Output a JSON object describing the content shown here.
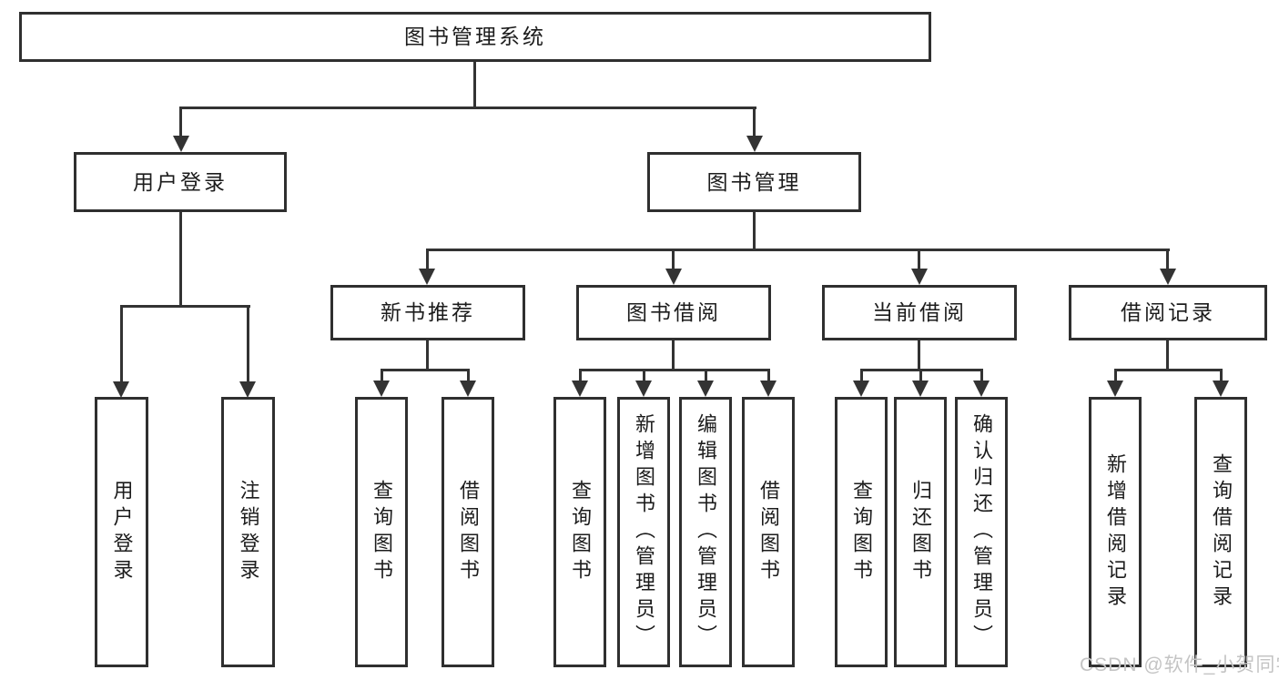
{
  "diagram": {
    "type": "hierarchy-tree",
    "colors": {
      "line": "#333333",
      "border": "#2f2f2f",
      "text": "#1c1c1c",
      "background": "#ffffff",
      "watermark": "#c4c4c4"
    },
    "watermark": "CSDN @软件_小贺同学",
    "nodes": {
      "root": "图书管理系统",
      "user_login": "用户登录",
      "book_mgmt": "图书管理",
      "new_book_rec": "新书推荐",
      "book_borrow": "图书借阅",
      "current_borrow": "当前借阅",
      "borrow_record": "借阅记录",
      "leaf_user_login": "用户登录",
      "leaf_logout": "注销登录",
      "rec_query": "查询图书",
      "rec_borrow": "借阅图书",
      "bb_query": "查询图书",
      "bb_add": "新增图书（管理员）",
      "bb_edit": "编辑图书（管理员）",
      "bb_borrow": "借阅图书",
      "cb_query": "查询图书",
      "cb_return": "归还图书",
      "cb_confirm": "确认归还（管理员）",
      "br_add": "新增借阅记录",
      "br_query": "查询借阅记录"
    },
    "hierarchy": {
      "图书管理系统": [
        "用户登录",
        "图书管理"
      ],
      "用户登录": [
        "用户登录",
        "注销登录"
      ],
      "图书管理": [
        "新书推荐",
        "图书借阅",
        "当前借阅",
        "借阅记录"
      ],
      "新书推荐": [
        "查询图书",
        "借阅图书"
      ],
      "图书借阅": [
        "查询图书",
        "新增图书（管理员）",
        "编辑图书（管理员）",
        "借阅图书"
      ],
      "当前借阅": [
        "查询图书",
        "归还图书",
        "确认归还（管理员）"
      ],
      "借阅记录": [
        "新增借阅记录",
        "查询借阅记录"
      ]
    }
  }
}
